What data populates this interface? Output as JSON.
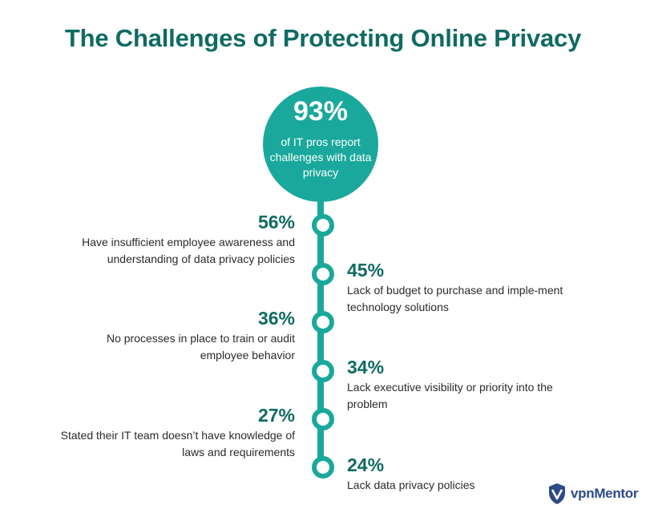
{
  "title": "The Challenges of Protecting Online Privacy",
  "hero": {
    "value": "93%",
    "description": "of IT pros report challenges with data privacy"
  },
  "items": [
    {
      "value": "56%",
      "description": "Have insufficient employee awareness and understanding of data privacy policies",
      "side": "left"
    },
    {
      "value": "45%",
      "description": "Lack of budget to purchase and imple-ment technology solutions",
      "side": "right"
    },
    {
      "value": "36%",
      "description": "No processes in place to train or audit employee behavior",
      "side": "left"
    },
    {
      "value": "34%",
      "description": "Lack executive visibility or priority into the problem",
      "side": "right"
    },
    {
      "value": "27%",
      "description": "Stated their IT team doesn’t have knowledge of laws and requirements",
      "side": "left"
    },
    {
      "value": "24%",
      "description": "Lack data privacy policies",
      "side": "right"
    }
  ],
  "brand": {
    "name": "vpnMentor",
    "icon": "shield-logo-icon"
  },
  "colors": {
    "teal": "#1aa89c",
    "dark_teal": "#0f6b63",
    "brand_blue": "#2d4a86"
  }
}
